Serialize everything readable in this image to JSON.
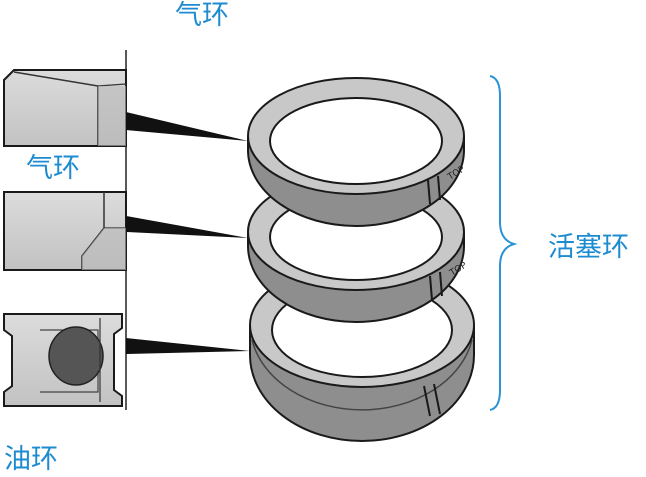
{
  "labels": {
    "top_air_ring": "气环",
    "second_air_ring": "气环",
    "oil_ring": "油环",
    "piston_rings": "活塞环"
  },
  "ring_mark": "TOP",
  "colors": {
    "label_text": "#1d8bd0",
    "bracket": "#2a93d5",
    "ring_face": "#c8c8c8",
    "ring_side": "#8e8e8e",
    "outline": "#1a1a1a",
    "section_fill": "#d2d2d2",
    "oil_hole": "#555555",
    "pointer": "#111111"
  }
}
